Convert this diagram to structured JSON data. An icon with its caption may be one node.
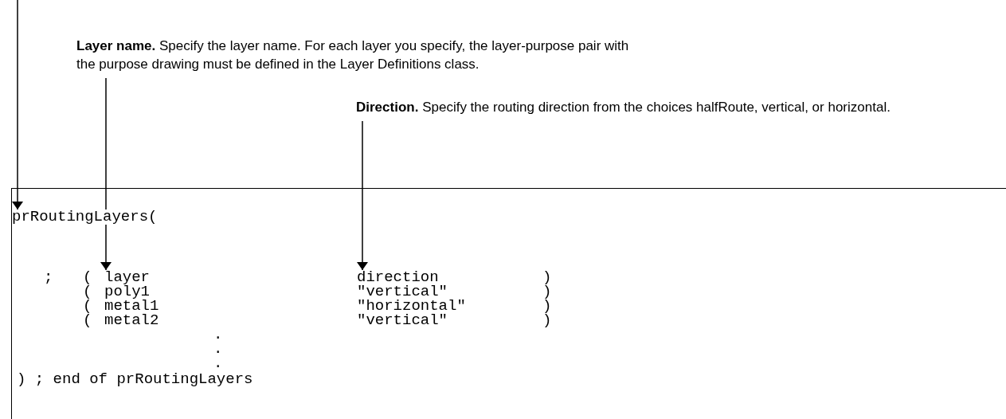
{
  "diagram": {
    "nodes": [
      {
        "text": [
          "Layer name.",
          "Specify the layer name. For each layer you specify, the layer-purpose pair with the purpose drawing must be defined in the Layer Definitions class."
        ]
      },
      {
        "text": [
          "Direction.",
          "Specify the routing direction from the choices halfRoute, vertical, or horizontal."
        ]
      },
      {
        "text": [],
        "shape": "box"
      },
      {
        "text": [
          "prRoutingLayers("
        ],
        "in": 2
      },
      {
        "text": [
          "layer"
        ],
        "in": 2
      },
      {
        "text": [
          "direction"
        ],
        "in": 2
      }
    ],
    "edges": [
      {
        "from": null,
        "to": 3,
        "arrow": "to"
      },
      {
        "from": 0,
        "to": 4,
        "arrow": "to"
      },
      {
        "from": 1,
        "to": 5,
        "arrow": "to"
      }
    ],
    "labels": [
      ";",
      "(",
      ")",
      "(",
      "poly1",
      "\"vertical\"",
      ")",
      "(",
      "metal1",
      "\"horizontal\"",
      ")",
      "(",
      "metal2",
      "\"vertical\"",
      ")",
      ".",
      ".",
      ".",
      ") ; end of prRoutingLayers"
    ]
  }
}
